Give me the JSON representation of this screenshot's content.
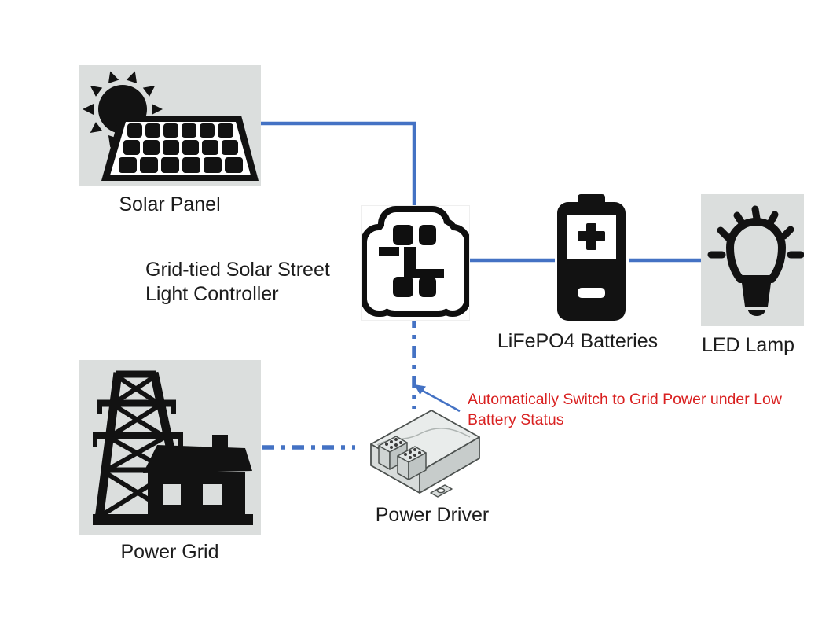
{
  "diagram": {
    "nodes": {
      "solar_panel": {
        "label": "Solar Panel",
        "icon": "sun-and-solar-panel-icon"
      },
      "controller": {
        "label_line1": "Grid-tied Solar Street",
        "label_line2": "Light Controller",
        "icon": "connector-plug-icon"
      },
      "batteries": {
        "label": "LiFePO4 Batteries",
        "icon": "battery-icon"
      },
      "led_lamp": {
        "label": "LED Lamp",
        "icon": "light-bulb-icon"
      },
      "power_grid": {
        "label": "Power Grid",
        "icon": "transmission-tower-and-house-icon"
      },
      "power_driver": {
        "label": "Power Driver",
        "icon": "led-driver-box-icon"
      }
    },
    "annotation": {
      "line1": "Automatically Switch to Grid Power under Low",
      "line2": "Battery Status",
      "full_text": "Automatically Switch to Grid Power under Low Battery Status"
    },
    "connections": [
      {
        "from": "solar_panel",
        "to": "controller",
        "style": "solid"
      },
      {
        "from": "controller",
        "to": "batteries",
        "style": "solid"
      },
      {
        "from": "batteries",
        "to": "led_lamp",
        "style": "solid"
      },
      {
        "from": "controller",
        "to": "power_driver",
        "style": "dash-dot"
      },
      {
        "from": "power_grid",
        "to": "power_driver",
        "style": "dash-dot"
      },
      {
        "from": "annotation",
        "to": "controller-driver-line",
        "style": "arrow"
      }
    ],
    "colors": {
      "connector_blue": "#4472c4",
      "icon_box_gray": "#dbdedd",
      "annotation_red": "#d92121",
      "icon_black": "#121212"
    }
  }
}
